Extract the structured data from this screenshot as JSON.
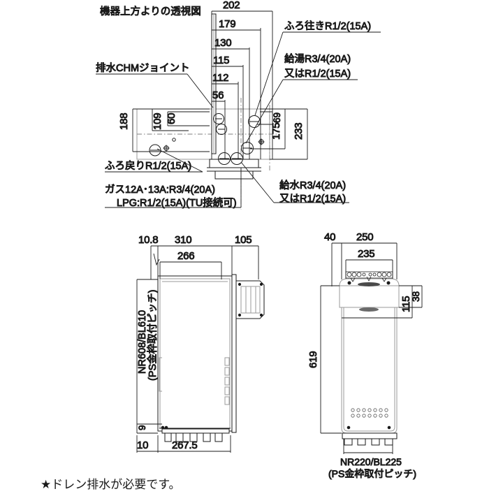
{
  "drawing": {
    "title_note": "機器上方よりの透視図",
    "footer_note": "★ドレン排水が必要です。",
    "colors": {
      "line": "#1a1a1a",
      "light_line": "#9a9a9a",
      "background": "#ffffff"
    }
  },
  "top_view": {
    "caption": "機器上方よりの透視図",
    "horizontal_dimensions": [
      "202",
      "179",
      "130",
      "115",
      "112",
      "56"
    ],
    "left_dimensions": [
      "188",
      "109",
      "60"
    ],
    "right_dimensions": [
      "233",
      "175",
      "69"
    ],
    "callouts": [
      {
        "id": "drain-joint",
        "text": "排水CHMジョイント"
      },
      {
        "id": "bath-outlet",
        "text": "ふろ往きR1/2(15A)"
      },
      {
        "id": "hot-water-supply",
        "line1": "給湯R3/4(20A)",
        "line2": "又はR1/2(15A)"
      },
      {
        "id": "bath-return",
        "text": "ふろ戻りR1/2(15A)"
      },
      {
        "id": "gas",
        "line1": "ガス12A･13A:R3/4(20A)",
        "line2": "LPG:R1/2(15A)(TU接続可)"
      },
      {
        "id": "water-supply",
        "line1": "給水R3/4(20A)",
        "line2": "又はR1/2(15A)"
      }
    ]
  },
  "front_view": {
    "top_dimensions": [
      "10.8",
      "310",
      "105",
      "266"
    ],
    "left_dimension_line1": "NR608/BL610",
    "left_dimension_line2": "(PS金枠取付ピッチ)",
    "bottom_left_dimension": "9",
    "bottom_dimensions": [
      "10",
      "267.5"
    ]
  },
  "side_view": {
    "top_dimensions": [
      "40",
      "250",
      "235"
    ],
    "right_dimensions": [
      "38",
      "115"
    ],
    "left_dimension": "619",
    "caption_line1": "NR220/BL225",
    "caption_line2": "(PS金枠取付ピッチ)"
  }
}
